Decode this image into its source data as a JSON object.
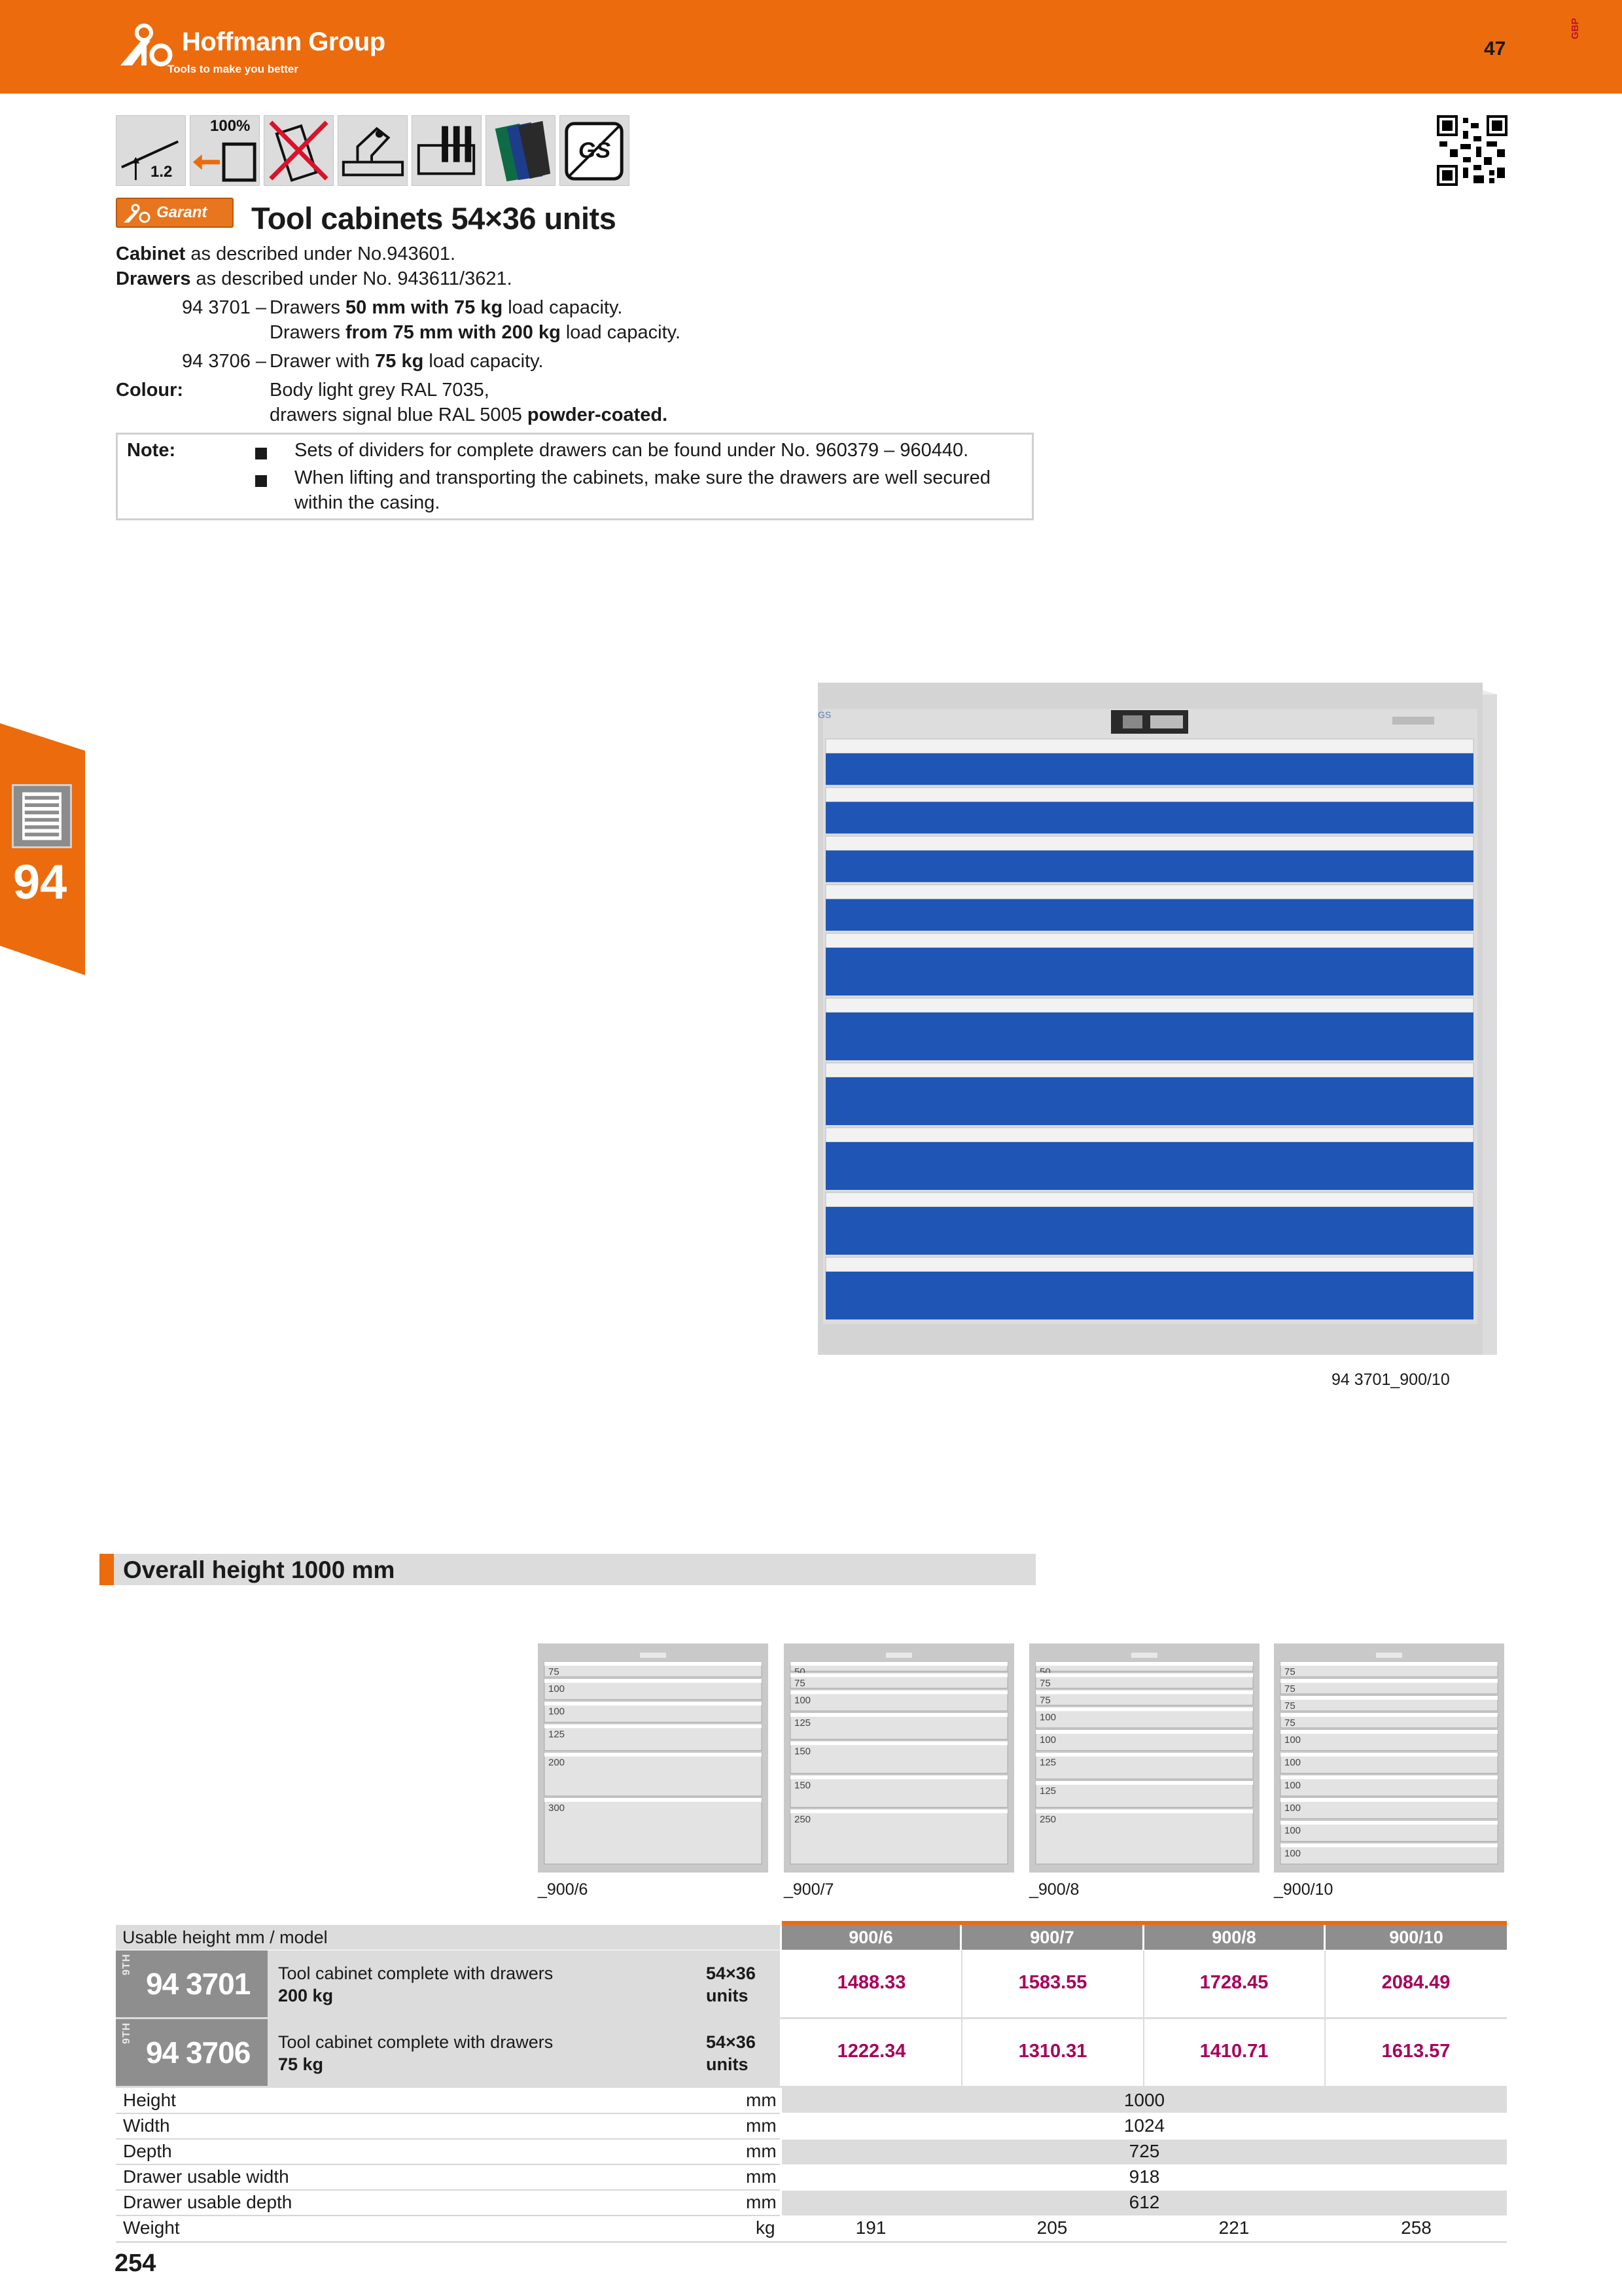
{
  "header": {
    "brand_name": "Hoffmann Group",
    "brand_tagline": "Tools to make you better",
    "page_number": "47",
    "region_code": "GBP"
  },
  "icons": {
    "feature_icons": [
      {
        "icon": "load-extension-icon",
        "text": "1.2"
      },
      {
        "icon": "full-extension-icon",
        "text": "100%"
      },
      {
        "icon": "anti-tip-icon",
        "text": ""
      },
      {
        "icon": "central-lock-icon",
        "text": ""
      },
      {
        "icon": "drawer-dividers-icon",
        "text": ""
      },
      {
        "icon": "colour-swatch-icon",
        "text": ""
      },
      {
        "icon": "gs-certified-icon",
        "text": "GS"
      }
    ],
    "qr": "qr-code-icon"
  },
  "title": {
    "brand_badge": "Garant",
    "text": "Tool cabinets 54×36 units"
  },
  "description": {
    "cabinet_label": "Cabinet",
    "cabinet_text": " as described under No.943601.",
    "drawers_label": "Drawers",
    "drawers_text": " as described under No. 943611/3621.",
    "line1_prefix": "94 3701 –",
    "line1_a": "Drawers ",
    "line1_b": "50 mm with 75 kg",
    "line1_c": " load capacity.",
    "line2_a": "Drawers ",
    "line2_b": "from 75 mm with 200 kg",
    "line2_c": " load capacity.",
    "line3_prefix": "94 3706 –",
    "line3_a": "Drawer with ",
    "line3_b": "75 kg",
    "line3_c": " load capacity.",
    "colour_label": "Colour:",
    "colour_line1": "Body light grey RAL 7035,",
    "colour_line2_a": "drawers signal blue RAL 5005 ",
    "colour_line2_b": "powder-coated."
  },
  "note": {
    "label": "Note:",
    "items": [
      "Sets of dividers for complete drawers can be found under No. 960379 – 960440.",
      "When lifting and transporting the cabinets, make sure the drawers are well secured",
      "within the casing."
    ]
  },
  "side_tab": {
    "number": "94"
  },
  "image": {
    "caption": "94 3701_900/10"
  },
  "section": {
    "title": "Overall height 1000 mm"
  },
  "variants": [
    {
      "label": "_900/6",
      "drawers": [
        "75",
        "100",
        "100",
        "125",
        "200",
        "300"
      ]
    },
    {
      "label": "_900/7",
      "drawers": [
        "50",
        "75",
        "100",
        "125",
        "150",
        "150",
        "250"
      ]
    },
    {
      "label": "_900/8",
      "drawers": [
        "50",
        "75",
        "75",
        "100",
        "100",
        "125",
        "125",
        "250"
      ]
    },
    {
      "label": "_900/10",
      "drawers": [
        "75",
        "75",
        "75",
        "75",
        "100",
        "100",
        "100",
        "100",
        "100",
        "100"
      ]
    }
  ],
  "table": {
    "header_left": "Usable height mm / model",
    "models": [
      "900/6",
      "900/7",
      "900/8",
      "900/10"
    ],
    "articles": [
      {
        "tag": "9TH",
        "number": "94 3701",
        "desc1": "Tool cabinet complete with drawers",
        "desc2": "200 kg",
        "units1": "54×36",
        "units2": "units",
        "prices": [
          "1488.33",
          "1583.55",
          "1728.45",
          "2084.49"
        ]
      },
      {
        "tag": "9TH",
        "number": "94 3706",
        "desc1": "Tool cabinet complete with drawers",
        "desc2": "75 kg",
        "units1": "54×36",
        "units2": "units",
        "prices": [
          "1222.34",
          "1310.31",
          "1410.71",
          "1613.57"
        ]
      }
    ],
    "specs": [
      {
        "label": "Height",
        "unit": "mm",
        "value": "1000"
      },
      {
        "label": "Width",
        "unit": "mm",
        "value": "1024"
      },
      {
        "label": "Depth",
        "unit": "mm",
        "value": "725"
      },
      {
        "label": "Drawer usable width",
        "unit": "mm",
        "value": "918"
      },
      {
        "label": "Drawer usable depth",
        "unit": "mm",
        "value": "612"
      }
    ],
    "weight": {
      "label": "Weight",
      "unit": "kg",
      "values": [
        "191",
        "205",
        "221",
        "258"
      ]
    }
  },
  "footer": {
    "page_number": "254"
  },
  "colors": {
    "brand_orange": "#ec6b0d",
    "price_magenta": "#a8005a",
    "drawer_blue": "#1f55b5",
    "body_grey": "#dcdcdc"
  }
}
